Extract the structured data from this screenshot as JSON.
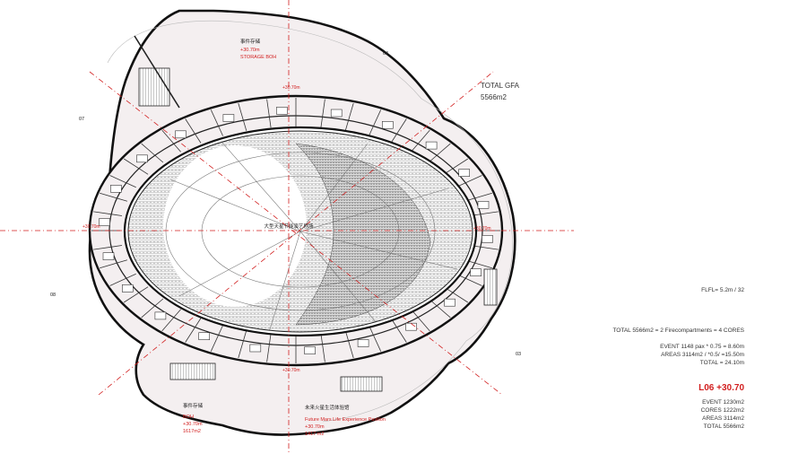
{
  "plan": {
    "center_label": "大型天星节能演艺剧场",
    "storage_label": {
      "cn": "事件存储",
      "elevation": "+30.70m",
      "en": "STORAGE BOH"
    },
    "elevation_marks": [
      "+30.70m",
      "+30.70m",
      "+30.70m",
      "+30.70m"
    ],
    "boh_label": {
      "cn": "事件存储",
      "en": "BOH",
      "elevation": "+30.70m",
      "area": "1617m2"
    },
    "pavilion_label": {
      "cn": "未来火星生活体验馆",
      "en": "Future Mars Life Experience Pavilion",
      "elevation": "+30.70m",
      "area": "1417 m2"
    },
    "section_marks": [
      "04",
      "07",
      "08",
      "03"
    ]
  },
  "summary": {
    "total_gfa_label": "TOTAL GFA",
    "total_gfa_value": "5566m2",
    "flfl": "FLFL= 5.2m / 32",
    "calc_lines": [
      "TOTAL 5566m2 = 2 Firecompartments = 4 CORES",
      "EVENT 1148 pax * 0.75 = 8.60m",
      "AREAS 3114m2 / *0.5/ =15.50m",
      "TOTAL = 24.10m"
    ],
    "level": "L06 +30.70",
    "area_lines": [
      "EVENT 1230m2",
      "CORES 1222m2",
      "AREAS 3114m2",
      "TOTAL 5566m2"
    ]
  },
  "colors": {
    "accent": "#d21f1f",
    "ink": "#222222",
    "fill": "#f4eff0"
  }
}
